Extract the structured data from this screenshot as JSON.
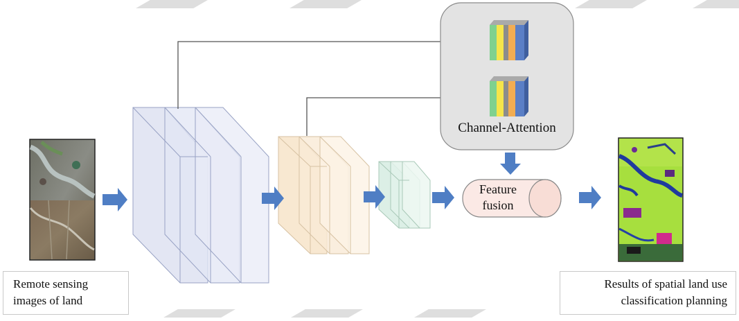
{
  "input_label": {
    "line1": "Remote sensing",
    "line2": "images of land"
  },
  "attention_label": "Channel-Attention",
  "fusion_label": {
    "line1": "Feature",
    "line2": "fusion"
  },
  "output_label": {
    "line1": "Results of spatial land use",
    "line2": "classification planning"
  },
  "colors": {
    "arrow": "#4f7ec4",
    "attention_panel": "#e3e3e3",
    "fusion_fill": "#fbe9e5",
    "encoder_stage1": "#e3e7f4",
    "encoder_stage2": "#fbefe1",
    "encoder_stage3": "#e8f3ee",
    "channel_bars": [
      "#7fd18f",
      "#f6e54a",
      "#8c8c8c",
      "#f2ad52",
      "#5a7fc6"
    ]
  }
}
